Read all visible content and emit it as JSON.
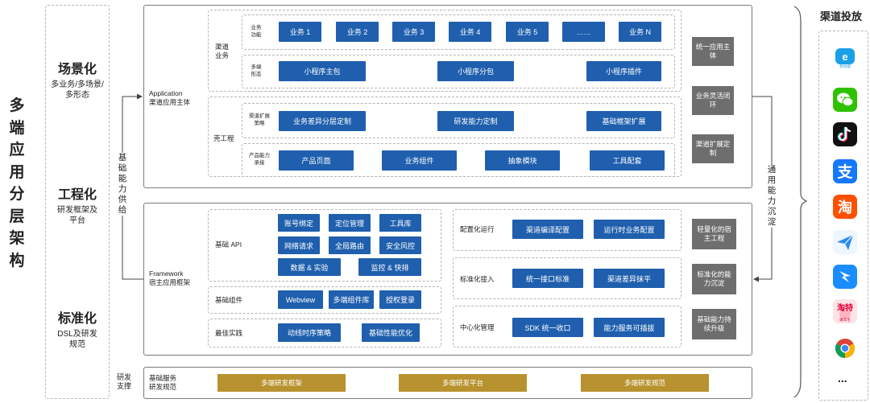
{
  "main_title": "多端应用分层架构",
  "left_layers": [
    {
      "head": "场景化",
      "sub": "多业务/多场景/多形态"
    },
    {
      "head": "工程化",
      "sub": "研发框架及平台"
    },
    {
      "head": "标准化",
      "sub": "DSL及研发规范"
    }
  ],
  "supply_label": "基础能力供给",
  "settle_label": "通用能力沉淀",
  "application": {
    "label_line1": "Application",
    "label_line2": "渠道应用主体",
    "channel_group": "渠道业务",
    "biz_func_label": "业务功能",
    "biz_items": [
      "业务 1",
      "业务 2",
      "业务 3",
      "业务 4",
      "业务 5",
      "……",
      "业务 N"
    ],
    "multi_form_label": "多端形态",
    "multi_form_items": [
      "小程序主包",
      "小程序分包",
      "小程序插件"
    ],
    "shell_group": "壳工程",
    "ext_label": "渠道扩展策略",
    "ext_items": [
      "业务差异分层定制",
      "研发能力定制",
      "基础框架扩展"
    ],
    "prod_label": "产品能力承接",
    "prod_items": [
      "产品页面",
      "业务组件",
      "抽象模块",
      "工具配套"
    ],
    "right_boxes": [
      "统一应用主体",
      "业务灵活闭环",
      "渠道扩展定制"
    ]
  },
  "framework": {
    "label_line1": "Framework",
    "label_line2": "宿主应用框架",
    "base_api_label": "基础 API",
    "base_api_items": [
      "账号绑定",
      "定位管理",
      "工具库",
      "网络请求",
      "全局路由",
      "安全风控",
      "数据 & 实验",
      "监控 & 快排"
    ],
    "base_comp_label": "基础组件",
    "base_comp_items": [
      "Webview",
      "多端组件库",
      "授权登录"
    ],
    "best_label": "最佳实践",
    "best_items": [
      "动线时序策略",
      "基础性能优化"
    ],
    "config_label": "配置化运行",
    "config_items": [
      "渠道编译配置",
      "运行时业务配置"
    ],
    "std_label": "标准化接入",
    "std_items": [
      "统一接口标准",
      "渠道差异抹平"
    ],
    "central_label": "中心化管理",
    "central_items": [
      "SDK 统一收口",
      "能力服务可插拔"
    ],
    "right_boxes": [
      "轻量化的宿主工程",
      "标准化的能力沉淀",
      "基础能力持续升级"
    ]
  },
  "support": {
    "label": "研发支撑",
    "inner_label_line1": "基础服务",
    "inner_label_line2": "研发规范",
    "items": [
      "多端研发框架",
      "多端研发平台",
      "多端研发规范"
    ]
  },
  "channels": {
    "title": "渠道投放",
    "icons": [
      "enet-icon",
      "wechat-icon",
      "douyin-icon",
      "alipay-icon",
      "taobao-icon",
      "feishu-plane-icon",
      "dingtalk-icon",
      "taote-icon",
      "chrome-icon"
    ],
    "enet_caption": "移动端",
    "taote_caption": "淘特",
    "taote_small": "薅羊毛",
    "more": "..."
  },
  "colors": {
    "blue": "#1f5fae",
    "gray_box": "#6e6e6e",
    "gold": "#b8922e"
  }
}
